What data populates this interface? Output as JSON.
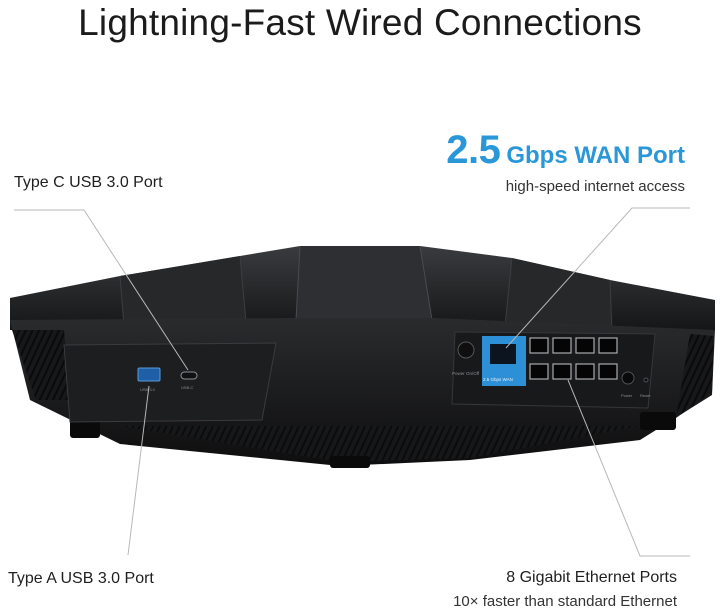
{
  "title": "Lightning-Fast Wired Connections",
  "callouts": {
    "usb_c": {
      "label": "Type C USB 3.0 Port"
    },
    "usb_a": {
      "label": "Type A USB 3.0 Port"
    },
    "wan": {
      "value": "2.5",
      "unit": "Gbps WAN Port",
      "subtitle": "high-speed internet access"
    },
    "ethernet": {
      "label": "8 Gigabit Ethernet Ports",
      "subtitle": "10× faster than standard Ethernet"
    }
  },
  "device": {
    "port_labels": {
      "usb_a": "USB 3.0",
      "usb_c": "USB-C",
      "wan": "2.5 Gbps WAN",
      "power": "Power On/Off",
      "power_jack": "Power",
      "reset": "Reset"
    }
  },
  "colors": {
    "accent": "#2a97d8",
    "device_body": "#1c1d1f",
    "wan_port": "#2d8fd5"
  }
}
